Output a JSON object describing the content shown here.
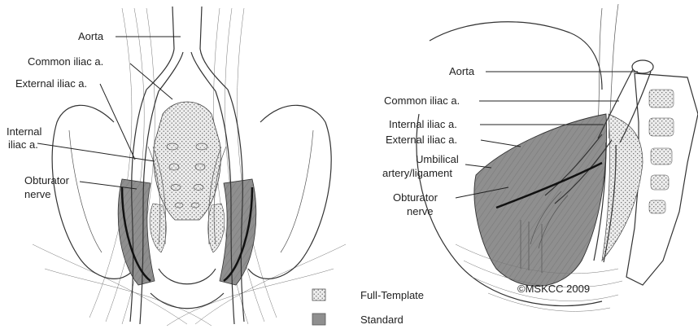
{
  "left_figure": {
    "labels": {
      "aorta": "Aorta",
      "common_iliac": "Common iliac a.",
      "external_iliac": "External iliac a.",
      "internal_iliac_line1": "Internal",
      "internal_iliac_line2": "iliac a.",
      "obturator_line1": "Obturator",
      "obturator_line2": "nerve"
    }
  },
  "right_figure": {
    "labels": {
      "aorta": "Aorta",
      "common_iliac": "Common iliac a.",
      "internal_iliac": "Internal iliac a.",
      "external_iliac": "External iliac a.",
      "umbilical_line1": "Umbilical",
      "umbilical_line2": "artery/ligament",
      "obturator_line1": "Obturator",
      "obturator_line2": "nerve"
    }
  },
  "legend": {
    "items": [
      {
        "label": "Full-Template",
        "pattern": "stipple"
      },
      {
        "label": "Standard",
        "pattern": "solid-gray"
      }
    ]
  },
  "copyright": "©MSKCC 2009",
  "colors": {
    "full_template_fill": "#d9d9d9",
    "standard_fill": "#8a8a8a",
    "line": "#222222",
    "background": "#ffffff"
  }
}
